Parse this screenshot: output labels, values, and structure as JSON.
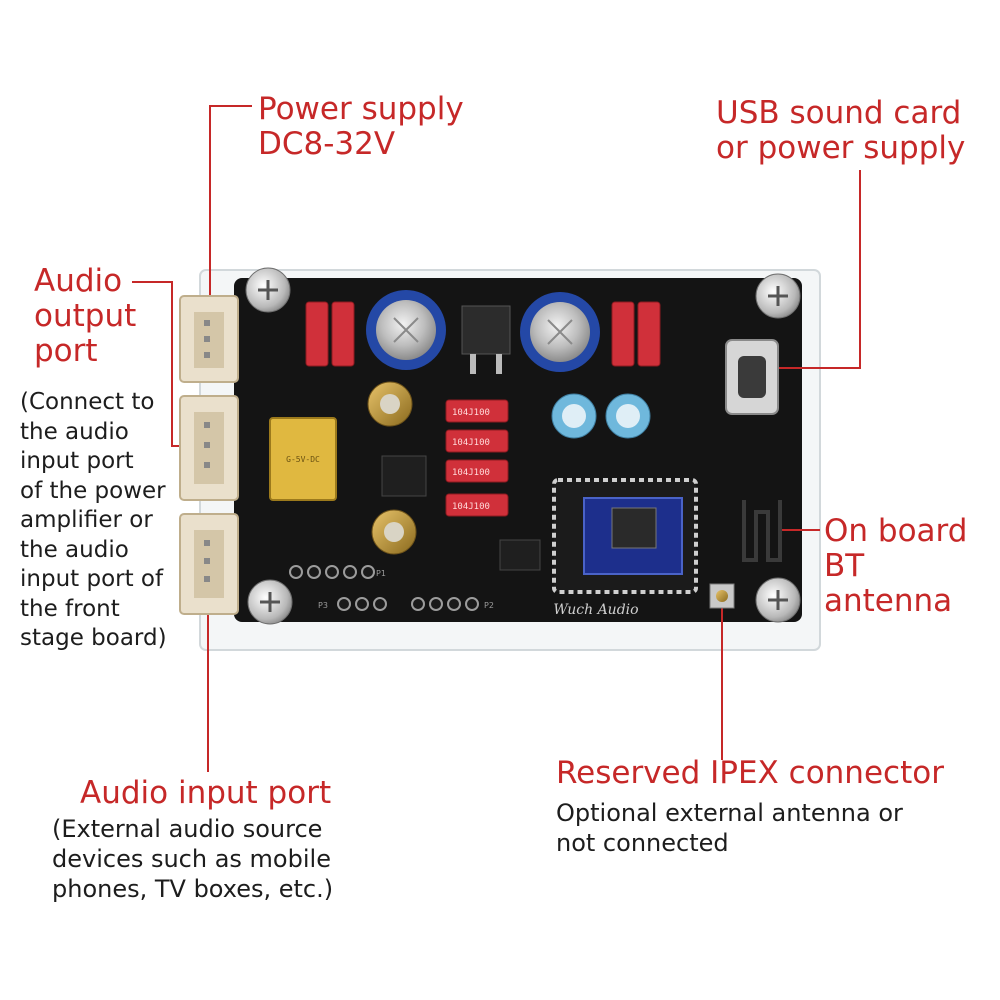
{
  "colors": {
    "callout": "#c62828",
    "note": "#1d1d1d",
    "leader": "#c62828",
    "pcb": "#141414"
  },
  "labels": {
    "power_supply": "Power supply\nDC8-32V",
    "usb": "USB sound card\nor power supply",
    "audio_output": "Audio\noutput\nport",
    "audio_output_note": "(Connect to\nthe audio\ninput port\nof the power\namplifier or\nthe audio\ninput port of\nthe front\nstage board)",
    "bt_antenna": "On board\nBT\nantenna",
    "audio_input": "Audio input port",
    "audio_input_note": "(External audio source\ndevices such as mobile\nphones, TV boxes, etc.)",
    "ipex": "Reserved IPEX connector",
    "ipex_note": "Optional external antenna or\nnot connected"
  },
  "board": {
    "resistor_marking": "104J100",
    "relay_marking": "G-5V-DC",
    "header_labels": [
      "P1",
      "P2",
      "P3"
    ],
    "brand": "Wuch Audio"
  }
}
